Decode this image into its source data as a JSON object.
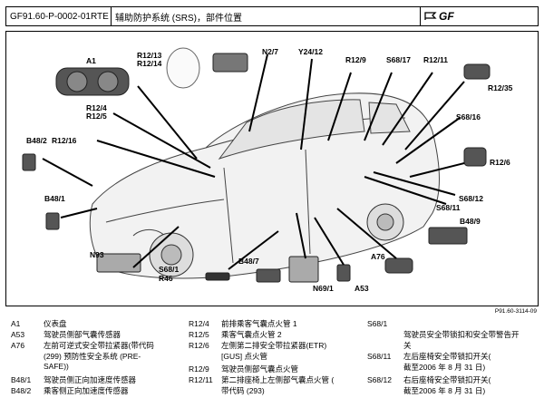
{
  "header": {
    "doc_id": "GF91.60-P-0002-01RTE",
    "title": "辅助防护系统 (SRS)，部件位置",
    "brand": "GF"
  },
  "figure_ref": "P91.60-3114-09",
  "callouts": {
    "A1": "A1",
    "R12_13": "R12/13",
    "R12_14": "R12/14",
    "N2_7": "N2/7",
    "Y24_12": "Y24/12",
    "R12_9": "R12/9",
    "S68_17": "S68/17",
    "R12_11": "R12/11",
    "R12_35": "R12/35",
    "R12_4": "R12/4",
    "R12_5": "R12/5",
    "S68_16": "S68/16",
    "B48_2": "B48/2",
    "R12_16": "R12/16",
    "R12_6": "R12/6",
    "B48_1": "B48/1",
    "S68_12": "S68/12",
    "S68_11": "S68/11",
    "B48_9": "B48/9",
    "N93": "N93",
    "A76": "A76",
    "S68_1": "S68/1",
    "R46": "R46",
    "B48_7": "B48/7",
    "N69_1": "N69/1",
    "A53": "A53"
  },
  "legend": {
    "col1": [
      {
        "code": "A1",
        "text": "仪表盘"
      },
      {
        "code": "A53",
        "text": "驾驶员侧部气囊传感器"
      },
      {
        "code": "A76",
        "text": "左前可逆式安全带拉紧器(带代码\n(299) 预防性安全系统 (PRE-\nSAFE))"
      },
      {
        "code": "B48/1",
        "text": "驾驶员侧正向加速度传感器"
      },
      {
        "code": "B48/2",
        "text": "乘客侧正向加速度传感器"
      }
    ],
    "col2": [
      {
        "code": "R12/4",
        "text": "前排乘客气囊点火管 1"
      },
      {
        "code": "R12/5",
        "text": "乘客气囊点火管 2"
      },
      {
        "code": "R12/6",
        "text": "左侧第二排安全带拉紧器(ETR)\n[GUS] 点火管"
      },
      {
        "code": "R12/9",
        "text": "驾驶员侧部气囊点火管"
      },
      {
        "code": "R12/11",
        "text": "第二排座椅上左侧部气囊点火管 (\n带代码 (293)"
      }
    ],
    "col3": [
      {
        "code": "S68/1",
        "text": "驾驶员安全带锁扣和安全带警告开\n关"
      },
      {
        "code": "S68/11",
        "text": "左后座椅安全带锁扣开关(\n截至2006 年 8 月 31 日)"
      },
      {
        "code": "S68/12",
        "text": "右后座椅安全带锁扣开关(\n截至2006 年 8 月 31 日)"
      }
    ]
  }
}
